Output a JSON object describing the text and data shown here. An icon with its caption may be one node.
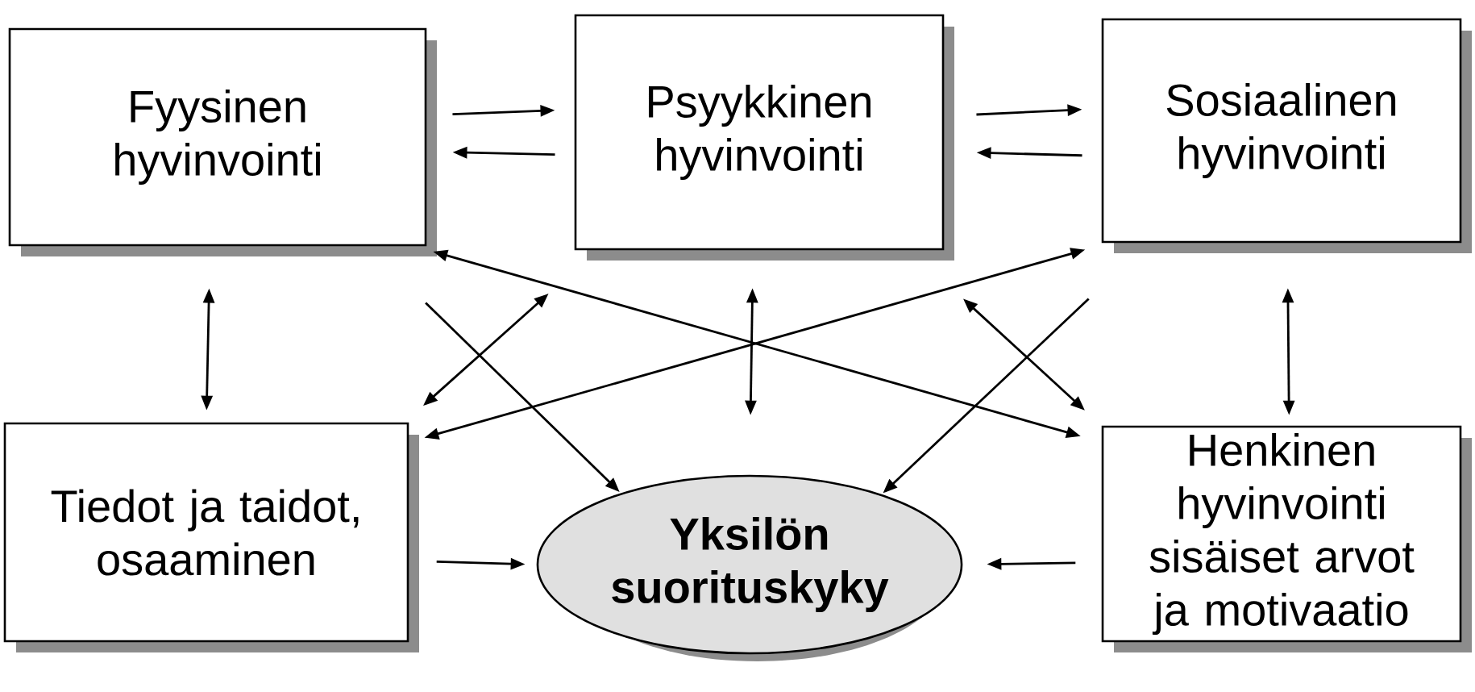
{
  "diagram": {
    "nodes": [
      {
        "text": [
          "Fyysinen hyvinvointi"
        ]
      },
      {
        "text": [
          "Psyykkinen hyvinvointi"
        ]
      },
      {
        "text": [
          "Sosiaalinen hyvinvointi"
        ]
      },
      {
        "text": [
          "Tiedot ja taidot, osaaminen"
        ]
      },
      {
        "text": [
          "Yksilön suorituskyky"
        ]
      },
      {
        "text": [
          "Henkinen hyvinvointi sisäiset arvot ja motivaatio"
        ]
      }
    ],
    "edges": [
      {
        "from": 0,
        "to": 1,
        "arrow": "to"
      },
      {
        "from": 1,
        "to": 0,
        "arrow": "to"
      },
      {
        "from": 1,
        "to": 2,
        "arrow": "to"
      },
      {
        "from": 2,
        "to": 1,
        "arrow": "to"
      },
      {
        "from": 0,
        "to": 3,
        "arrow": "both"
      },
      {
        "from": 1,
        "to": 4,
        "arrow": "both"
      },
      {
        "from": 2,
        "to": 5,
        "arrow": "both"
      },
      {
        "from": 0,
        "to": 5,
        "arrow": "both"
      },
      {
        "from": 2,
        "to": 3,
        "arrow": "both"
      },
      {
        "from": 1,
        "to": 3,
        "arrow": "both"
      },
      {
        "from": 0,
        "to": 4,
        "arrow": "to"
      },
      {
        "from": 1,
        "to": 5,
        "arrow": "both"
      },
      {
        "from": 2,
        "to": 4,
        "arrow": "to"
      },
      {
        "from": 3,
        "to": 4,
        "arrow": "to"
      },
      {
        "from": 5,
        "to": 4,
        "arrow": "to"
      }
    ]
  }
}
